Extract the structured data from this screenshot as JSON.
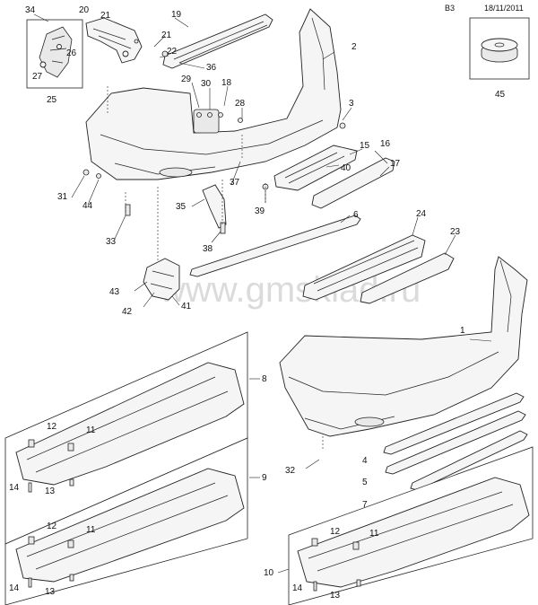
{
  "header": {
    "code": "B3",
    "date": "18/11/2011"
  },
  "watermark": "www.gmsklad.ru",
  "callouts": {
    "n1": "1",
    "n2": "2",
    "n3": "3",
    "n6": "6",
    "n8": "8",
    "n9": "9",
    "n10": "10",
    "n11a": "11",
    "n11b": "11",
    "n11c": "11",
    "n12a": "12",
    "n12b": "12",
    "n12c": "12",
    "n13a": "13",
    "n13b": "13",
    "n13c": "13",
    "n14a": "14",
    "n14b": "14",
    "n14c": "14",
    "n4": "4",
    "n5": "5",
    "n7": "7",
    "n15": "15",
    "n16": "16",
    "n17": "17",
    "n18": "18",
    "n19": "19",
    "n20": "20",
    "n21a": "21",
    "n21b": "21",
    "n22": "22",
    "n23": "23",
    "n24": "24",
    "n25": "25",
    "n26": "26",
    "n27": "27",
    "n28": "28",
    "n29": "29",
    "n30": "30",
    "n31": "31",
    "n32": "32",
    "n33": "33",
    "n34": "34",
    "n35": "35",
    "n36": "36",
    "n37": "37",
    "n38": "38",
    "n39": "39",
    "n40": "40",
    "n41": "41",
    "n42": "42",
    "n43": "43",
    "n44": "44",
    "n45": "45"
  }
}
